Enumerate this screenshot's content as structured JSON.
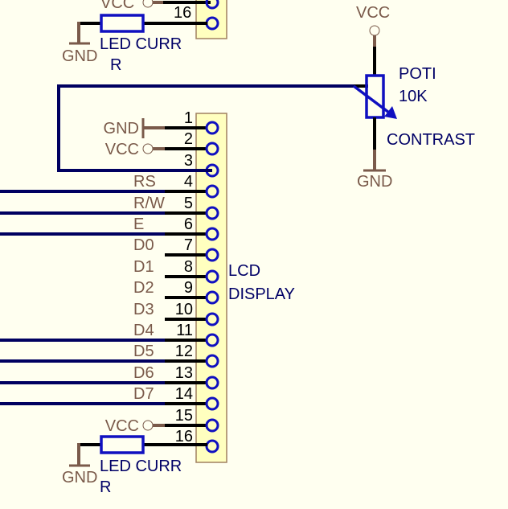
{
  "colors": {
    "background": "#fffff0",
    "header_fill": "#ffffbf",
    "header_stroke": "#a08060",
    "pad": "#1010c0",
    "bus_wire": "#000060",
    "pin_wire": "#000000",
    "power": "#7a5a4a",
    "component": "#1010c0",
    "component_text": "#000066"
  },
  "header": {
    "label_line1": "LCD",
    "label_line2": "DISPLAY"
  },
  "pins": [
    {
      "num": "1",
      "net": "GND",
      "kind": "gnd"
    },
    {
      "num": "2",
      "net": "VCC",
      "kind": "vcc"
    },
    {
      "num": "3",
      "net": "",
      "kind": "contrast"
    },
    {
      "num": "4",
      "net": "RS",
      "kind": "bus"
    },
    {
      "num": "5",
      "net": "R/W",
      "kind": "bus"
    },
    {
      "num": "6",
      "net": "E",
      "kind": "bus"
    },
    {
      "num": "7",
      "net": "D0",
      "kind": "stub"
    },
    {
      "num": "8",
      "net": "D1",
      "kind": "stub"
    },
    {
      "num": "9",
      "net": "D2",
      "kind": "stub"
    },
    {
      "num": "10",
      "net": "D3",
      "kind": "stub"
    },
    {
      "num": "11",
      "net": "D4",
      "kind": "bus"
    },
    {
      "num": "12",
      "net": "D5",
      "kind": "bus"
    },
    {
      "num": "13",
      "net": "D6",
      "kind": "bus"
    },
    {
      "num": "14",
      "net": "D7",
      "kind": "bus"
    },
    {
      "num": "15",
      "net": "VCC",
      "kind": "vcc"
    },
    {
      "num": "16",
      "net": "",
      "kind": "ledr"
    }
  ],
  "potentiometer": {
    "name": "POTI",
    "value": "10K",
    "function": "CONTRAST",
    "top_net": "VCC",
    "bottom_net": "GND"
  },
  "led_resistor": {
    "label_line1": "LED CURR",
    "label_line2": "R",
    "gnd_net": "GND"
  },
  "top_partial": {
    "vcc_net": "VCC",
    "pin_num": "16",
    "gnd_net": "GND",
    "label_line1": "LED CURR",
    "label_line2": "R"
  }
}
